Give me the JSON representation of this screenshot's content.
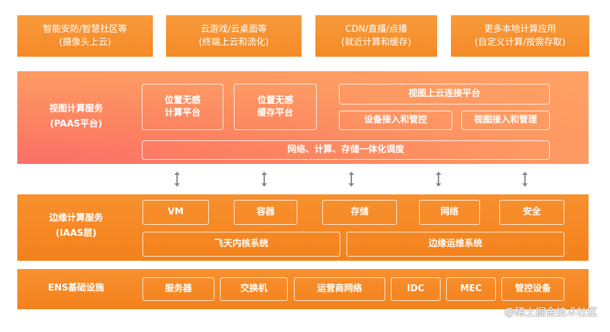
{
  "top_apps": [
    {
      "line1": "智能安防/智慧社区等",
      "line2": "(摄像头上云)"
    },
    {
      "line1": "云游戏/云桌面等",
      "line2": "(终端上云和流化)"
    },
    {
      "line1": "CDN/直播/点播",
      "line2": "(就近计算和缓存)"
    },
    {
      "line1": "更多本地计算应用",
      "line2": "(自定义计算/按需存取)"
    }
  ],
  "paas": {
    "title_line1": "视图计算服务",
    "title_line2": "(PAAS平台)",
    "compute_platform": {
      "line1": "位置无感",
      "line2": "计算平台"
    },
    "cache_platform": {
      "line1": "位置无感",
      "line2": "缓存平台"
    },
    "cloud_connect": "视图上云连接平台",
    "device_access": "设备接入和管控",
    "view_access": "视图接入和管理",
    "scheduling": "网络、计算、存储一体化调度"
  },
  "iaas": {
    "title_line1": "边缘计算服务",
    "title_line2": "(IAAS层)",
    "modules": [
      "VM",
      "容器",
      "存储",
      "网络",
      "安全"
    ],
    "kernel": "飞天内核系统",
    "ops": "边缘运维系统"
  },
  "ens": {
    "title": "ENS基础设施",
    "modules": [
      "服务器",
      "交换机",
      "运营商网络",
      "IDC",
      "MEC",
      "管控设备"
    ]
  },
  "watermark": "@稀土掘金技术社区",
  "colors": {
    "top_box": "#f58a26",
    "paas_layer": "#fd9863",
    "iaas_layer": "#f4821c",
    "arrow": "#8a8a8a"
  }
}
